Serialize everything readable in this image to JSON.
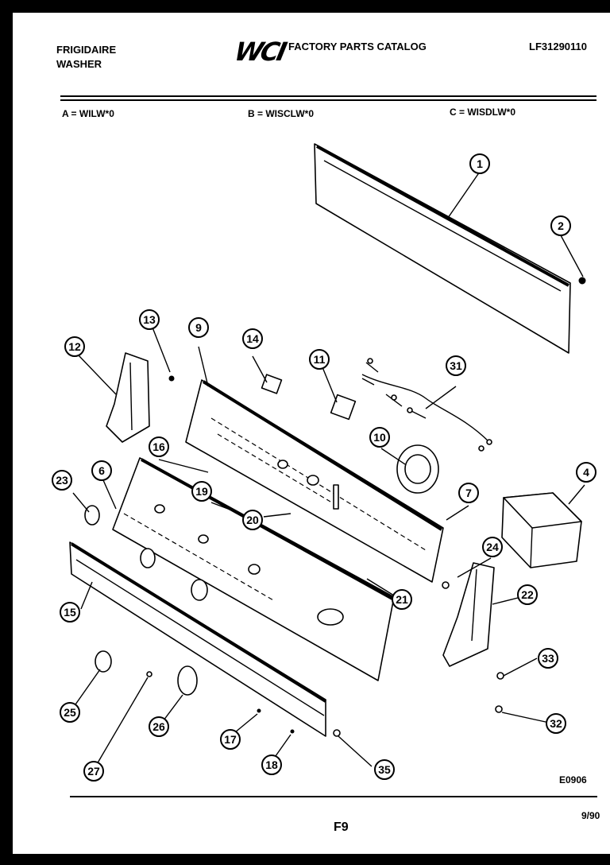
{
  "header": {
    "brand_line1": "FRIGIDAIRE",
    "brand_line2": "WASHER",
    "logo": "WCI",
    "catalog_title": "FACTORY PARTS CATALOG",
    "catalog_code": "LF31290110"
  },
  "models": {
    "a": "A = WILW*0",
    "b": "B = WISCLW*0",
    "c": "C = WISDLW*0"
  },
  "diagram": {
    "code": "E0906",
    "callouts": [
      "1",
      "2",
      "4",
      "6",
      "7",
      "9",
      "10",
      "11",
      "12",
      "13",
      "14",
      "15",
      "16",
      "17",
      "18",
      "19",
      "20",
      "21",
      "22",
      "23",
      "24",
      "25",
      "26",
      "27",
      "31",
      "32",
      "33",
      "35"
    ]
  },
  "footer": {
    "page": "F9",
    "date": "9/90"
  }
}
